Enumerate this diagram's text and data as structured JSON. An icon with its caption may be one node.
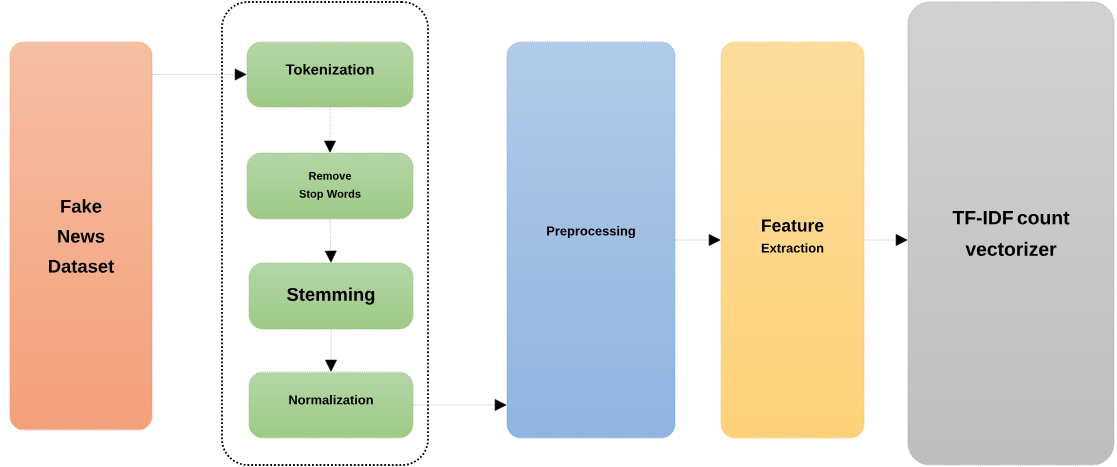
{
  "diagram": {
    "nodes": [
      {
        "text": [
          "Fake News Dataset"
        ]
      },
      {
        "text": [],
        "shape": "box"
      },
      {
        "text": [
          "Tokenization"
        ],
        "in": 1
      },
      {
        "text": [
          "Remove Stop Words"
        ],
        "in": 1
      },
      {
        "text": [
          "Stemming"
        ],
        "in": 1
      },
      {
        "text": [
          "Normalization"
        ],
        "in": 1
      },
      {
        "text": [
          "Preprocessing"
        ]
      },
      {
        "text": [
          "Feature",
          "Extraction"
        ]
      },
      {
        "text": [
          "TF-IDF count vectorizer"
        ]
      }
    ],
    "edges": [
      {
        "from": 0,
        "to": 2,
        "arrow": "to"
      },
      {
        "from": 2,
        "to": 3,
        "arrow": "to"
      },
      {
        "from": 3,
        "to": 4,
        "arrow": "to"
      },
      {
        "from": 4,
        "to": 5,
        "arrow": "to"
      },
      {
        "from": 5,
        "to": 6,
        "arrow": "to"
      },
      {
        "from": 6,
        "to": 7,
        "arrow": "to"
      },
      {
        "from": 7,
        "to": 8,
        "arrow": "to"
      }
    ]
  }
}
